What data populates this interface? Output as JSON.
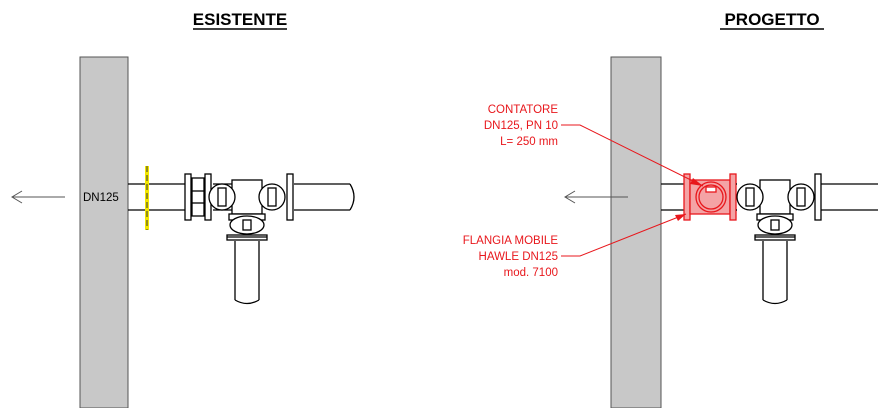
{
  "left_panel": {
    "title": "ESISTENTE",
    "pipe_label": "DN125"
  },
  "right_panel": {
    "title": "PROGETTO",
    "meter_annotation": [
      "CONTATORE",
      "DN125, PN 10",
      "L= 250 mm"
    ],
    "flange_annotation": [
      "FLANGIA MOBILE",
      "HAWLE DN125",
      "mod. 7100"
    ]
  },
  "colors": {
    "wall": "#c8c8c8",
    "line": "#000000",
    "highlight": "#e8171c",
    "highlight_fill": "#f4a3a5",
    "cut_marker": "#f2e600"
  }
}
